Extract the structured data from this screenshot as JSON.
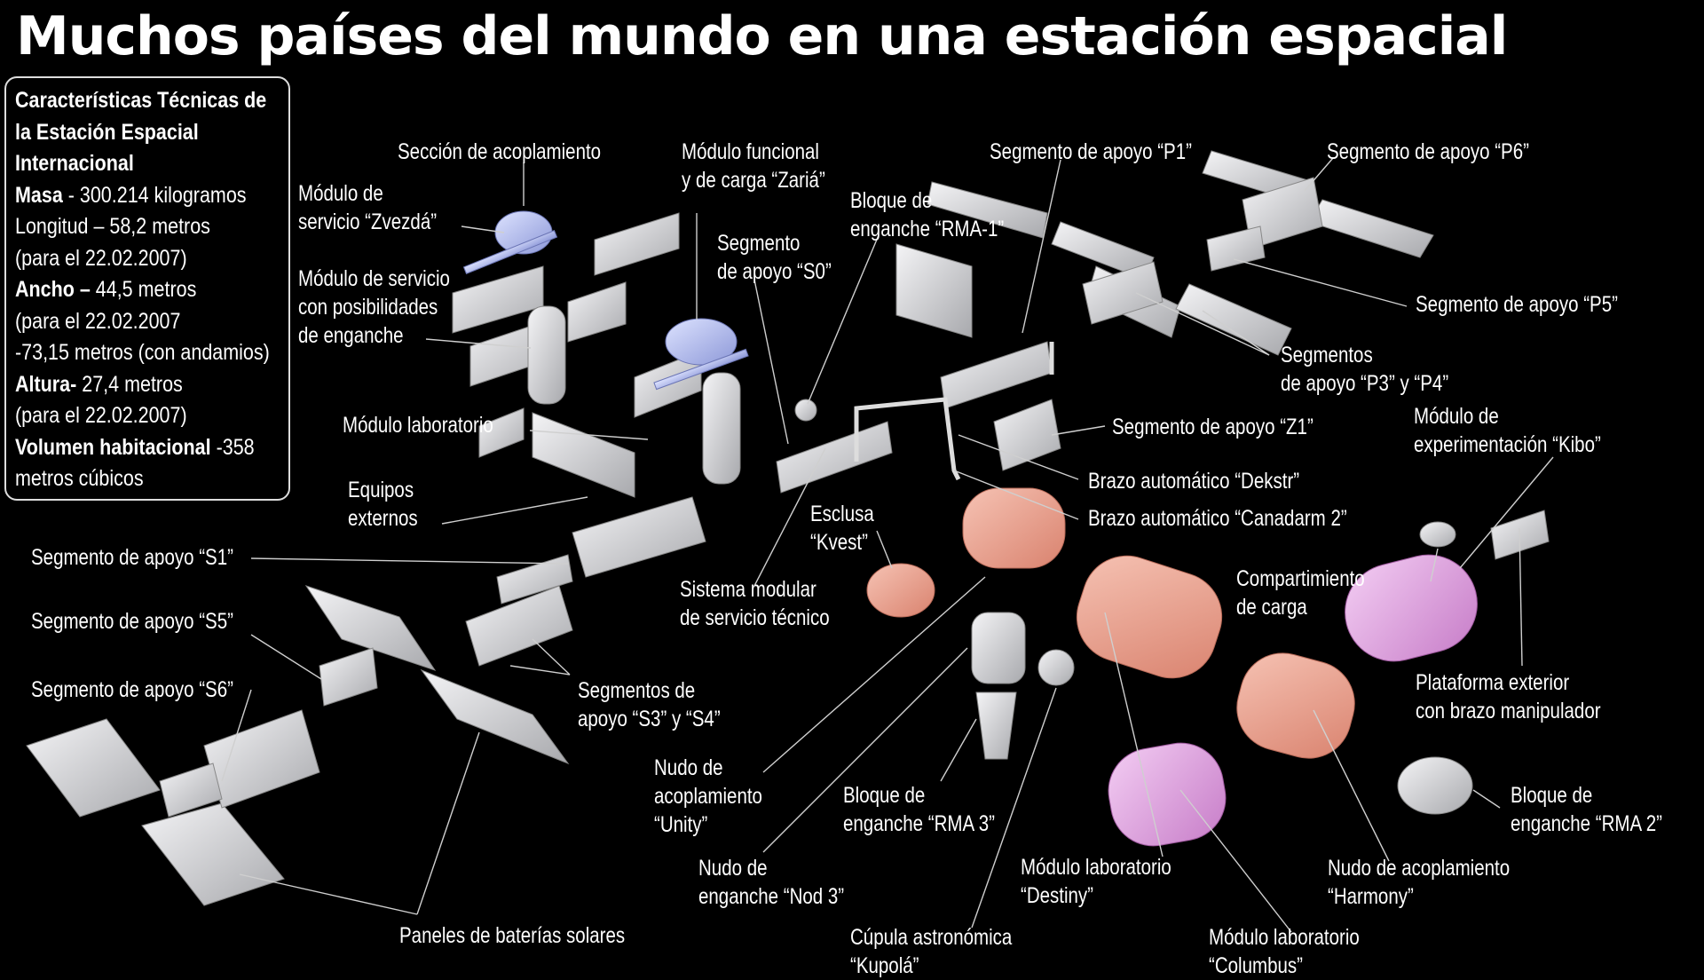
{
  "title": "Muchos países del mundo en una estación espacial",
  "specs": {
    "heading": [
      "Características Técnicas de",
      "la Estación Espacial",
      "Internacional"
    ],
    "rows": [
      {
        "key": "Masa",
        "text": " - 300.214 kilogramos"
      },
      {
        "key": "",
        "text": "Longitud – 58,2 metros"
      },
      {
        "key": "",
        "text": "(para el 22.02.2007)"
      },
      {
        "key": "Ancho –",
        "text": " 44,5 metros"
      },
      {
        "key": "",
        "text": "(para el 22.02.2007"
      },
      {
        "key": "",
        "text": "-73,15 metros (con andamios)"
      },
      {
        "key": "Altura-",
        "text": " 27,4 metros"
      },
      {
        "key": "",
        "text": "(para el 22.02.2007)"
      },
      {
        "key": "Volumen habitacional",
        "text": " -358"
      },
      {
        "key": "",
        "text": "metros cúbicos"
      }
    ]
  },
  "labels": [
    {
      "id": "seccion-acoplamiento",
      "lines": [
        "Sección de acoplamiento"
      ]
    },
    {
      "id": "modulo-zvezda",
      "lines": [
        "Módulo de",
        "servicio “Zvezdá”"
      ]
    },
    {
      "id": "modulo-servicio-enganche",
      "lines": [
        "Módulo de servicio",
        "con posibilidades",
        "de enganche"
      ]
    },
    {
      "id": "modulo-laboratorio",
      "lines": [
        "Módulo laboratorio"
      ]
    },
    {
      "id": "equipos-externos",
      "lines": [
        "Equipos",
        "externos"
      ]
    },
    {
      "id": "modulo-zaria",
      "lines": [
        "Módulo funcional",
        "y de carga “Zariá”"
      ]
    },
    {
      "id": "segmento-s0",
      "lines": [
        "Segmento",
        "de apoyo “S0”"
      ]
    },
    {
      "id": "bloque-rma1",
      "lines": [
        "Bloque de",
        "enganche “RMA-1”"
      ]
    },
    {
      "id": "segmento-p1",
      "lines": [
        "Segmento de apoyo “P1”"
      ]
    },
    {
      "id": "segmento-p6",
      "lines": [
        "Segmento de apoyo “P6”"
      ]
    },
    {
      "id": "segmento-p5",
      "lines": [
        "Segmento de apoyo “P5”"
      ]
    },
    {
      "id": "segmentos-p3-p4",
      "lines": [
        "Segmentos",
        "de apoyo “P3” y “P4”"
      ]
    },
    {
      "id": "segmento-z1",
      "lines": [
        "Segmento de apoyo “Z1”"
      ]
    },
    {
      "id": "modulo-kibo",
      "lines": [
        "Módulo de",
        "experimentación “Kibo”"
      ]
    },
    {
      "id": "brazo-dekstr",
      "lines": [
        "Brazo automático “Dekstr”"
      ]
    },
    {
      "id": "brazo-canadarm",
      "lines": [
        "Brazo automático “Canadarm 2”"
      ]
    },
    {
      "id": "esclusa-kvest",
      "lines": [
        "Esclusa",
        "“Kvest”"
      ]
    },
    {
      "id": "sistema-modular",
      "lines": [
        "Sistema modular",
        "de servicio técnico"
      ]
    },
    {
      "id": "compartimiento-carga",
      "lines": [
        "Compartimiento",
        "de carga"
      ]
    },
    {
      "id": "plataforma-exterior",
      "lines": [
        "Plataforma exterior",
        "con brazo manipulador"
      ]
    },
    {
      "id": "segmento-s1",
      "lines": [
        "Segmento de apoyo “S1”"
      ]
    },
    {
      "id": "segmento-s5",
      "lines": [
        "Segmento de apoyo “S5”"
      ]
    },
    {
      "id": "segmento-s6",
      "lines": [
        "Segmento de apoyo “S6”"
      ]
    },
    {
      "id": "segmentos-s3-s4",
      "lines": [
        "Segmentos de",
        "apoyo “S3” y “S4”"
      ]
    },
    {
      "id": "nudo-unity",
      "lines": [
        "Nudo de",
        "acoplamiento",
        "“Unity”"
      ]
    },
    {
      "id": "bloque-rma3",
      "lines": [
        "Bloque de",
        "enganche “RMA 3”"
      ]
    },
    {
      "id": "nudo-nod3",
      "lines": [
        "Nudo de",
        "enganche “Nod 3”"
      ]
    },
    {
      "id": "modulo-destiny",
      "lines": [
        "Módulo laboratorio",
        "“Destiny”"
      ]
    },
    {
      "id": "nudo-harmony",
      "lines": [
        "Nudo de acoplamiento",
        "“Harmony”"
      ]
    },
    {
      "id": "bloque-rma2",
      "lines": [
        "Bloque de",
        "enganche “RMA 2”"
      ]
    },
    {
      "id": "paneles-solares",
      "lines": [
        "Paneles de baterías solares"
      ]
    },
    {
      "id": "cupula-kupola",
      "lines": [
        "Cúpula astronómica",
        "“Kupolá”"
      ]
    },
    {
      "id": "modulo-columbus",
      "lines": [
        "Módulo laboratorio",
        "“Columbus”"
      ]
    }
  ]
}
